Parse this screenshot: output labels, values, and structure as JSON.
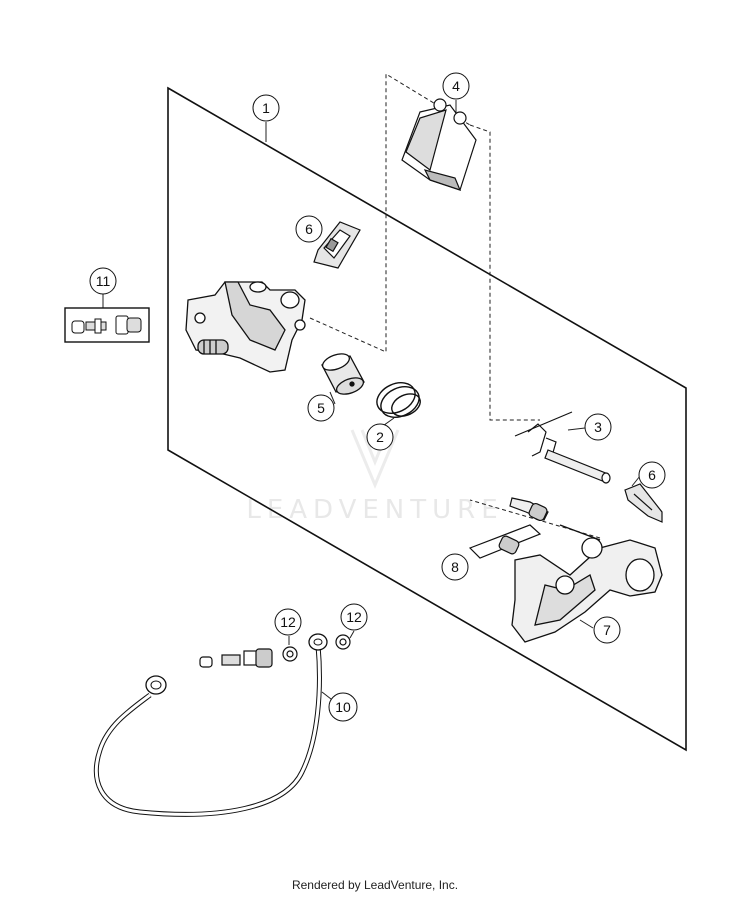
{
  "watermark": "LEADVENTURE",
  "footer": "Rendered by LeadVenture, Inc.",
  "callouts": {
    "c1": "1",
    "c2": "2",
    "c3": "3",
    "c4": "4",
    "c5": "5",
    "c6a": "6",
    "c6b": "6",
    "c7": "7",
    "c8": "8",
    "c10": "10",
    "c11": "11",
    "c12a": "12",
    "c12b": "12"
  }
}
